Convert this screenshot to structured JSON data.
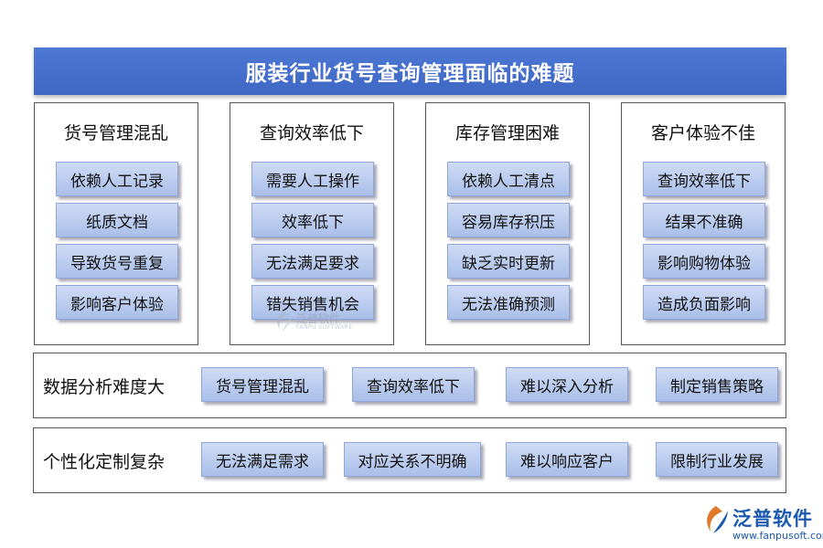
{
  "title": "服装行业货号查询管理面临的难题",
  "panels": [
    {
      "heading": "货号管理混乱",
      "items": [
        "依赖人工记录",
        "纸质文档",
        "导致货号重复",
        "影响客户体验"
      ]
    },
    {
      "heading": "查询效率低下",
      "items": [
        "需要人工操作",
        "效率低下",
        "无法满足要求",
        "错失销售机会"
      ]
    },
    {
      "heading": "库存管理困难",
      "items": [
        "依赖人工清点",
        "容易库存积压",
        "缺乏实时更新",
        "无法准确预测"
      ]
    },
    {
      "heading": "客户体验不佳",
      "items": [
        "查询效率低下",
        "结果不准确",
        "影响购物体验",
        "造成负面影响"
      ]
    }
  ],
  "rows": [
    {
      "label": "数据分析难度大",
      "items": [
        "货号管理混乱",
        "查询效率低下",
        "难以深入分析",
        "制定销售策略"
      ]
    },
    {
      "label": "个性化定制复杂",
      "items": [
        "无法满足需求",
        "对应关系不明确",
        "难以响应客户",
        "限制行业发展"
      ]
    }
  ],
  "watermark": {
    "name": "泛普软件",
    "sub": "FANPU SOFTWARE"
  },
  "logo": {
    "name": "泛普软件",
    "url": "www.fanpusoft.com"
  },
  "colors": {
    "title_bg": "#4470cc",
    "chip_top": "#cfdbf4",
    "chip_bottom": "#a9bfe9",
    "logo": "#1b59b0"
  }
}
